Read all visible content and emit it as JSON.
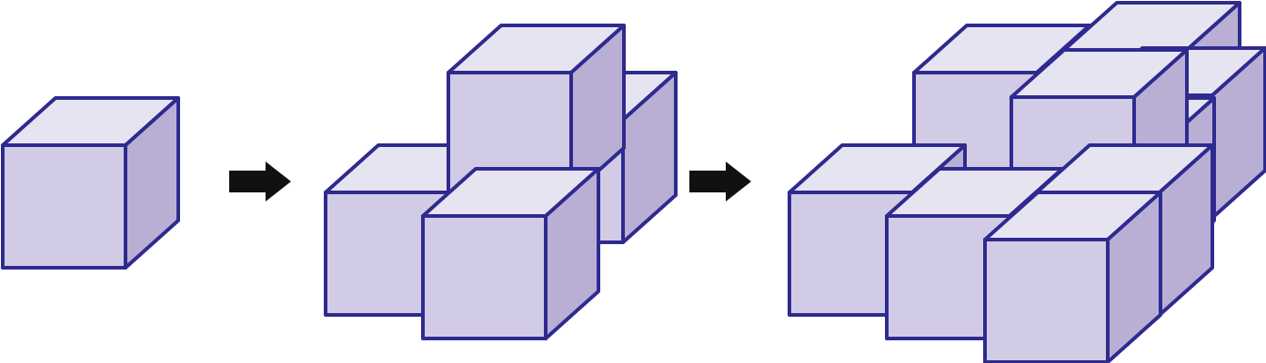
{
  "colors": {
    "outline": "#2e2a8f",
    "front": "#d2cbe5",
    "top": "#e7e4f2",
    "side": "#b9afd5",
    "arrow": "#111111"
  },
  "figures": [
    {
      "name": "stage-1",
      "cube_count": 1
    },
    {
      "name": "stage-2",
      "cube_count": 4
    },
    {
      "name": "stage-3",
      "cube_count": 10
    }
  ],
  "arrows": [
    {
      "name": "arrow-1",
      "direction": "right"
    },
    {
      "name": "arrow-2",
      "direction": "right"
    }
  ]
}
